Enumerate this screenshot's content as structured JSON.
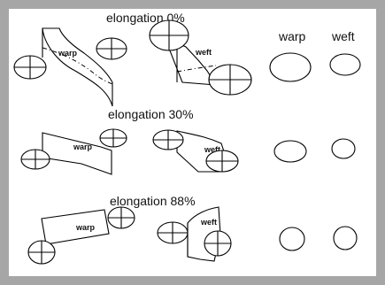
{
  "rows": [
    {
      "title": "elongation 0%",
      "warp_label": "warp",
      "weft_label": "weft"
    },
    {
      "title": "elongation 30%",
      "warp_label": "warp",
      "weft_label": "weft"
    },
    {
      "title": "elongation 88%",
      "warp_label": "warp",
      "weft_label": "weft"
    }
  ],
  "legend": {
    "warp": "warp",
    "weft": "weft"
  }
}
